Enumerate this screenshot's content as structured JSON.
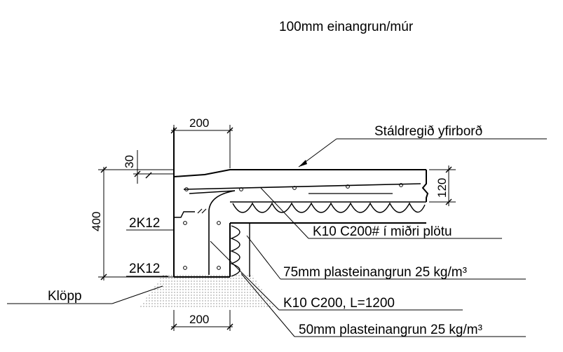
{
  "title": "100mm einangrun/múr",
  "labels": {
    "surface": "Stáldregið yfirborð",
    "rebar_top": "2K12",
    "rebar_bottom": "2K12",
    "rock": "Klöpp",
    "mesh": "K10 C200# í miðri plötu",
    "insulation_75": "75mm plasteinangrun 25 kg/m³",
    "bar_k10": "K10 C200, L=1200",
    "insulation_50": "50mm plasteinangrun 25 kg/m³"
  },
  "dimensions": {
    "top_width": "200",
    "bottom_width": "200",
    "height_total": "400",
    "height_offset": "30",
    "slab_thickness": "120"
  }
}
